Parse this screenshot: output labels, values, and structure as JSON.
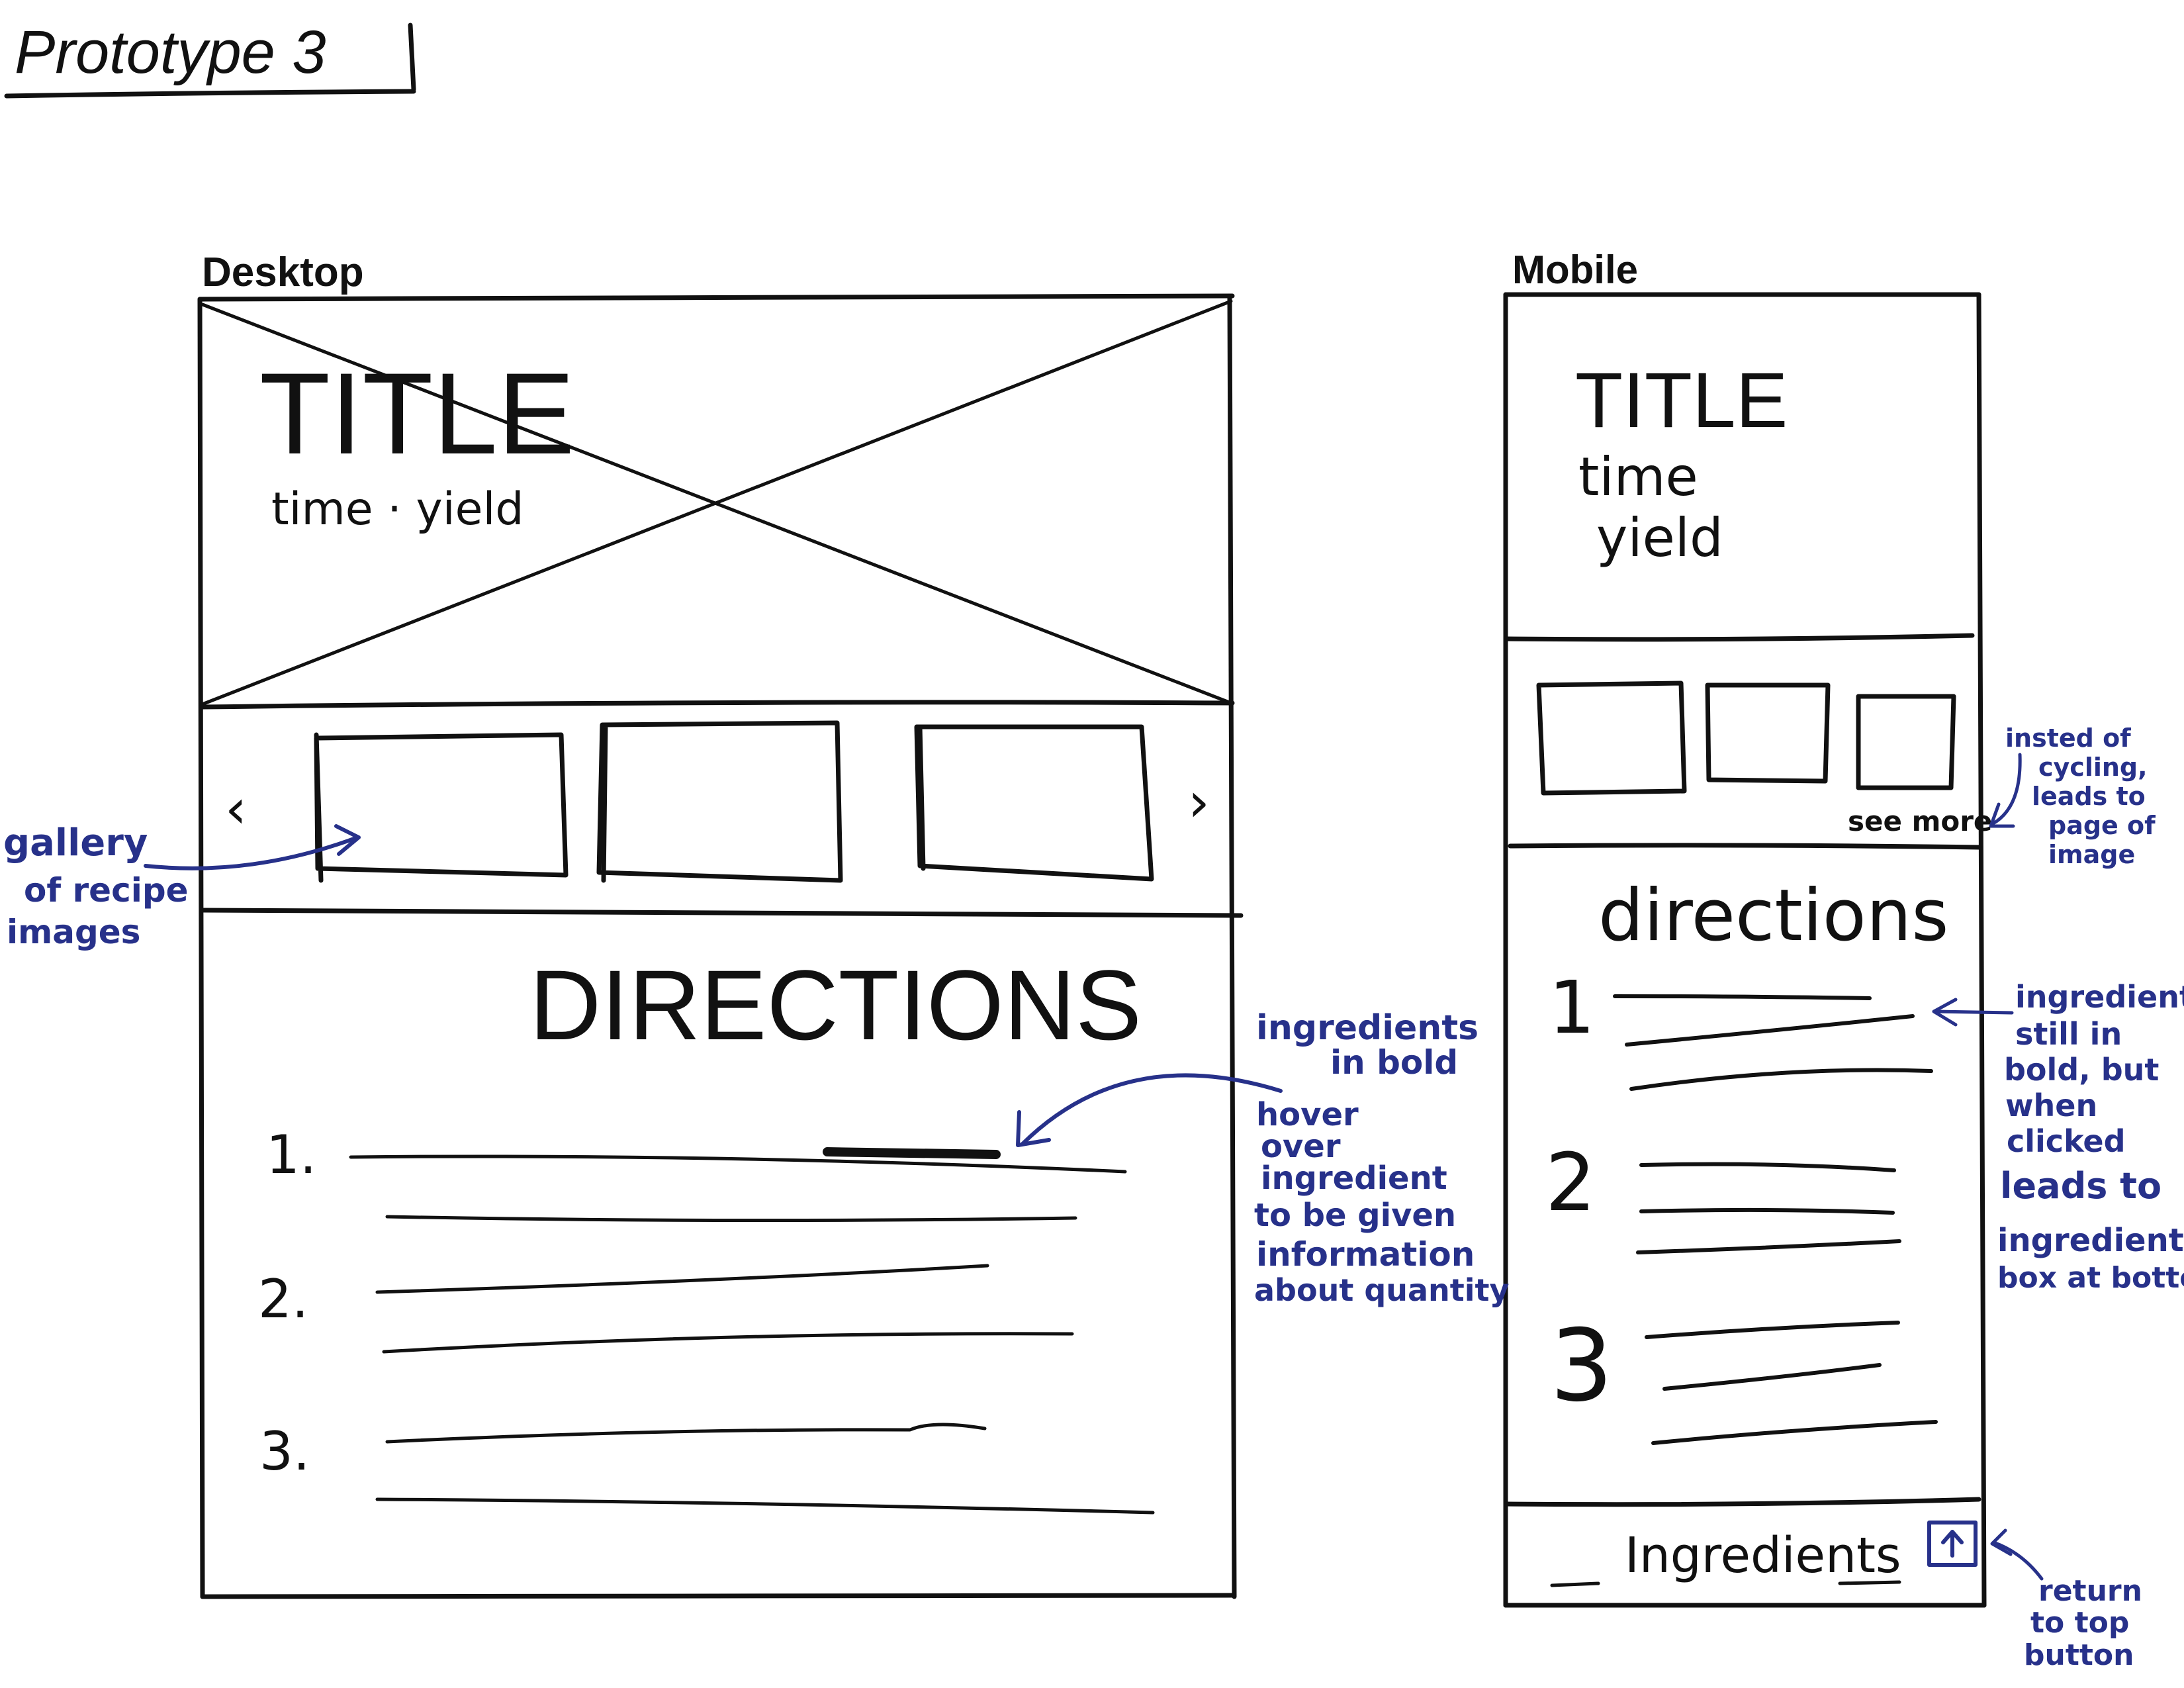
{
  "page_title": "Prototype 3",
  "desktop": {
    "label": "Desktop",
    "title": "TITLE",
    "meta": "time · yield",
    "directions_heading": "DIRECTIONS",
    "steps": [
      "1.",
      "2.",
      "3."
    ]
  },
  "mobile": {
    "label": "Mobile",
    "title": "TITLE",
    "time": "time",
    "yield": "yield",
    "see_more": "see more",
    "directions_heading": "directions",
    "steps": [
      "1",
      "2",
      "3"
    ],
    "ingredients_bar": "Ingredients",
    "top_button_icon": "arrow-up-icon"
  },
  "annotations": {
    "gallery": [
      "gallery",
      "of recipe",
      "images"
    ],
    "bold": [
      "ingredients",
      "in bold"
    ],
    "hover": [
      "hover",
      "over",
      "ingredient",
      "to be given",
      "information",
      "about quantity"
    ],
    "cycling": [
      "insted of",
      "cycling,",
      "leads to",
      "page of",
      "image"
    ],
    "mobile_bold": [
      "ingredients",
      "still in",
      "bold, but",
      "when",
      "clicked",
      "leads to",
      "ingredients",
      "box at bottom"
    ],
    "return_top": [
      "return",
      "to top",
      "button"
    ]
  },
  "colors": {
    "ink": "#111111",
    "annotation": "#27318a"
  }
}
